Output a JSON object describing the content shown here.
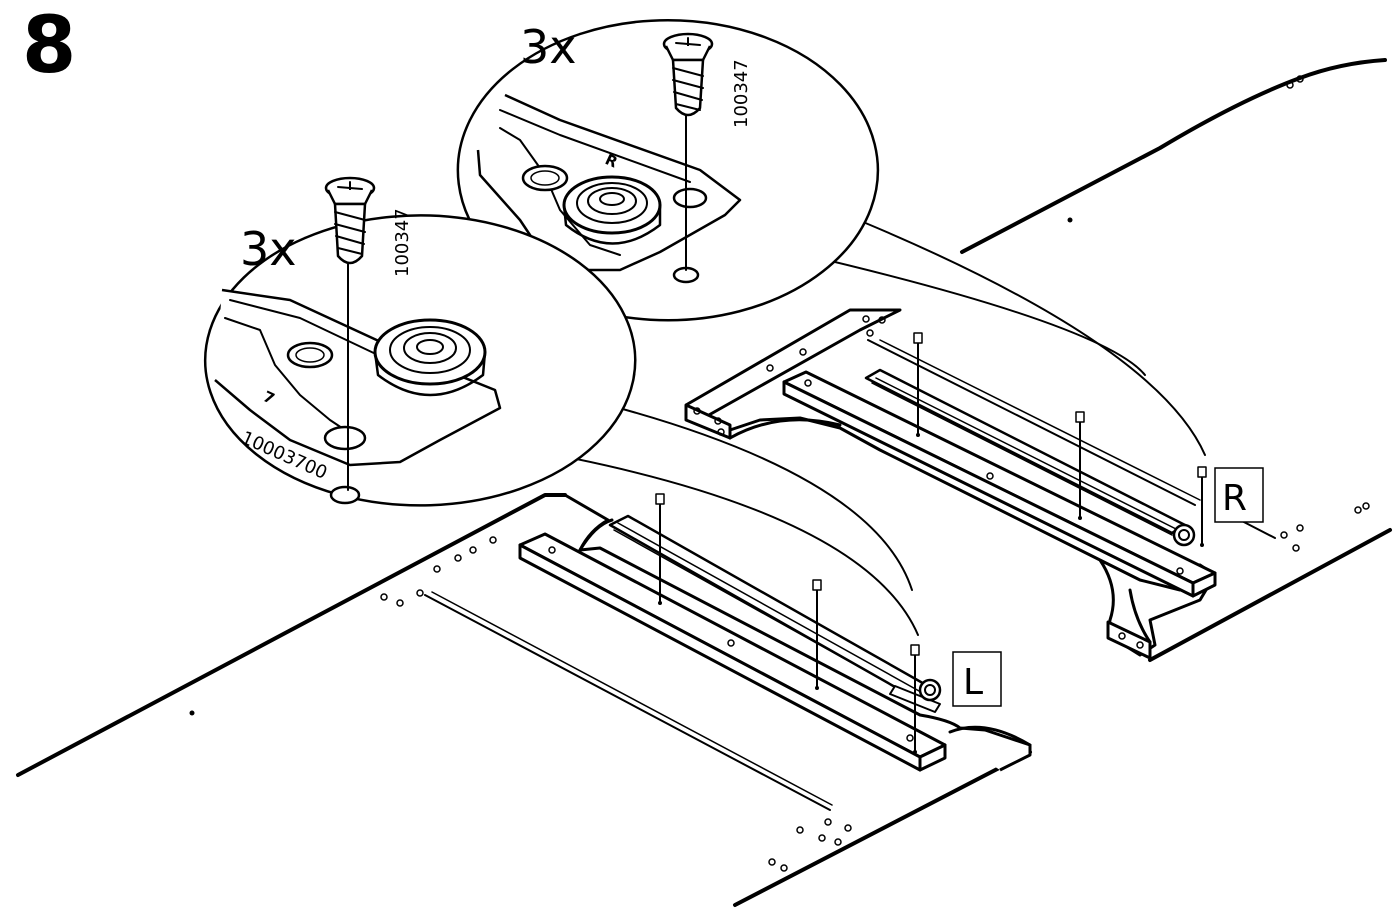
{
  "step": {
    "number": "8"
  },
  "detail_right": {
    "quantity": "3x",
    "screw_part": "100347",
    "roller_part": "10003700",
    "rail_mark": "R"
  },
  "detail_left": {
    "quantity": "3x",
    "screw_part": "100347",
    "roller_part": "10003700",
    "rail_mark": "7"
  },
  "labels": {
    "right": "R",
    "left": "L"
  }
}
